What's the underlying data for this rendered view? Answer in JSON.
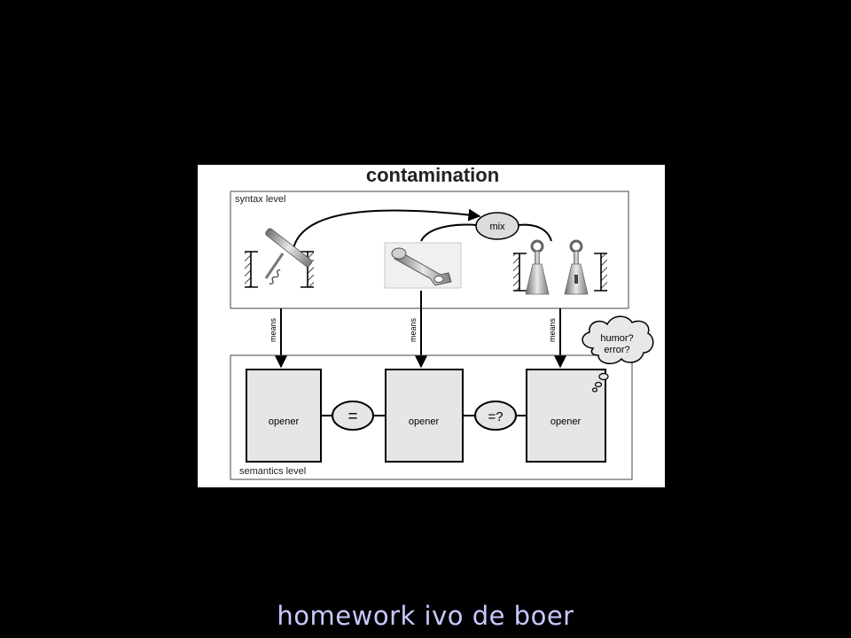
{
  "slide": {
    "title": "contamination",
    "footer": "homework ivo de boer"
  },
  "syntax": {
    "label": "syntax level"
  },
  "semantics": {
    "label": "semantics level"
  },
  "mix_label": "mix",
  "means_label": "means",
  "boxes": [
    {
      "label": "opener"
    },
    {
      "label": "opener"
    },
    {
      "label": "opener"
    }
  ],
  "operators": [
    {
      "label": "="
    },
    {
      "label": "=?"
    }
  ],
  "thought_bubble": {
    "line1": "humor?",
    "line2": "error?"
  },
  "colors": {
    "background": "#000000",
    "footer_text": "#c8c8ff",
    "box_fill": "#e6e6e6"
  }
}
